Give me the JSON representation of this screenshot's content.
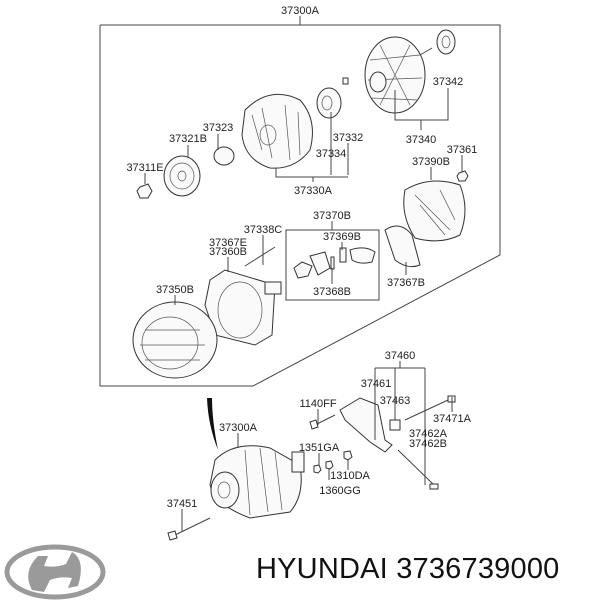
{
  "brand": {
    "name": "HYUNDAI",
    "part_number": "3736739000",
    "logo_text": "Hyundai"
  },
  "labels": {
    "assembly_top": "37300A",
    "l37342": "37342",
    "l37340": "37340",
    "l37323": "37323",
    "l37321B": "37321B",
    "l37332": "37332",
    "l37334": "37334",
    "l37311E": "37311E",
    "l37330A": "37330A",
    "l37361": "37361",
    "l37390B": "37390B",
    "l37370B": "37370B",
    "l37338C": "37338C",
    "l37367E": "37367E",
    "l37360B": "37360B",
    "l37369B": "37369B",
    "l37368B": "37368B",
    "l37367B": "37367B",
    "l37350B": "37350B",
    "l37460": "37460",
    "l37461": "37461",
    "l37463": "37463",
    "l1140FF": "1140FF",
    "l37471A": "37471A",
    "l37462A": "37462A",
    "l37462B": "37462B",
    "assembly_bottom": "37300A",
    "l1351GA": "1351GA",
    "l1310DA": "1310DA",
    "l1360GG": "1360GG",
    "l37451": "37451"
  }
}
